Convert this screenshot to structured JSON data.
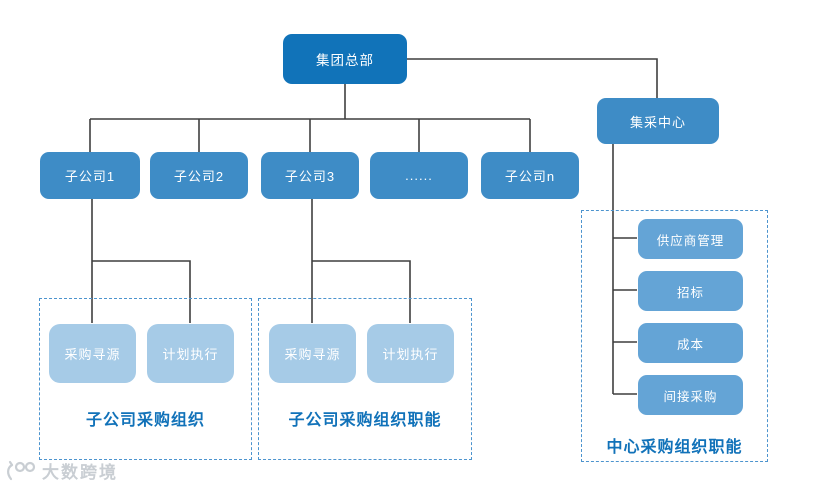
{
  "diagram": {
    "root": {
      "label": "集团总部"
    },
    "procurement_center": {
      "label": "集采中心"
    },
    "subsidiaries": [
      {
        "label": "子公司1"
      },
      {
        "label": "子公司2"
      },
      {
        "label": "子公司3"
      },
      {
        "label": "......"
      },
      {
        "label": "子公司n"
      }
    ],
    "subsidiary_org": {
      "caption": "子公司采购组织",
      "items": [
        {
          "label": "采购寻源"
        },
        {
          "label": "计划执行"
        }
      ]
    },
    "subsidiary_org_functions": {
      "caption": "子公司采购组织职能",
      "items": [
        {
          "label": "采购寻源"
        },
        {
          "label": "计划执行"
        }
      ]
    },
    "center_org_functions": {
      "caption": "中心采购组织职能",
      "items": [
        {
          "label": "供应商管理"
        },
        {
          "label": "招标"
        },
        {
          "label": "成本"
        },
        {
          "label": "间接采购"
        }
      ]
    },
    "colors": {
      "root_node": "#1173B9",
      "primary_node": "#3E8CC6",
      "function_node": "#64A4D6",
      "light_node": "#A6CBE7",
      "dashed_border": "#4D94CE",
      "caption_text": "#1172B9",
      "connector": "#3F3F3F",
      "watermark": "#C9CED3"
    }
  },
  "watermark": {
    "text": "大数跨境"
  }
}
